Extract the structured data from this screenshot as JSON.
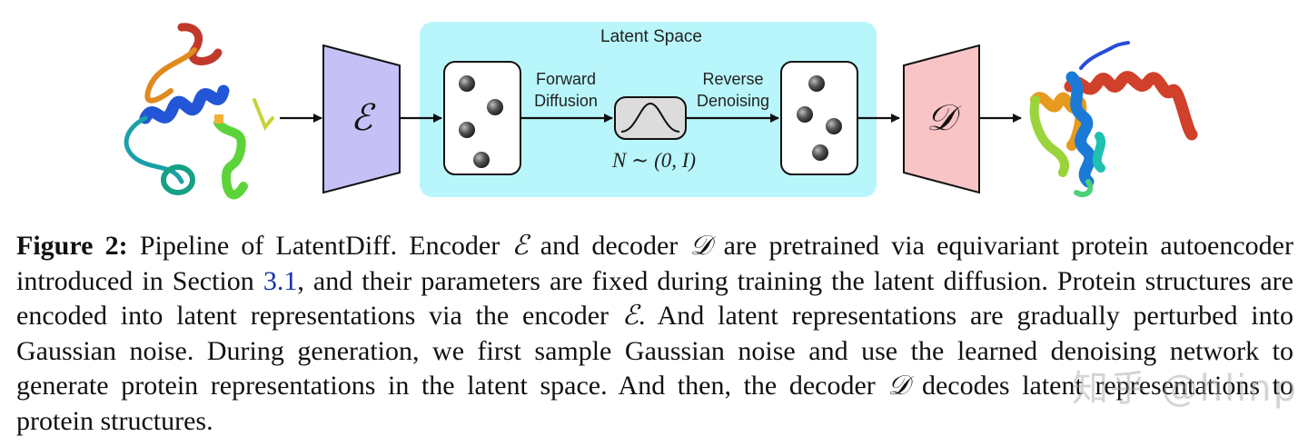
{
  "figure": {
    "latent_space_label": "Latent Space",
    "encoder_symbol": "ℰ",
    "decoder_symbol": "𝒟",
    "forward_line1": "Forward",
    "forward_line2": "Diffusion",
    "reverse_line1": "Reverse",
    "reverse_line2": "Denoising",
    "noise_label": "N ∼ (0, I)",
    "colors": {
      "latent_bg": "#b8f6fb",
      "encoder_fill": "#c5c1f7",
      "decoder_fill": "#f8c4c6",
      "latent_dot": "#3a3a3a"
    },
    "icons": [
      "protein-structure-input-icon",
      "protein-structure-output-icon",
      "gaussian-curve-icon"
    ]
  },
  "caption": {
    "label": "Figure 2:",
    "seg1": " Pipeline of LatentDiff. Encoder ",
    "enc1": "ℰ",
    "seg2": " and decoder ",
    "dec1": "𝒟",
    "seg3": " are pretrained via equivariant protein autoencoder introduced in Section ",
    "section_ref": "3.1",
    "seg4": ", and their parameters are fixed during training the latent diffusion. Protein structures are encoded into latent representations via the encoder ",
    "enc2": "ℰ",
    "seg5": ". And latent representations are gradually perturbed into Gaussian noise. During generation, we first sample Gaussian noise and use the learned denoising network to generate protein representations in the latent space. And then, the decoder ",
    "dec2": "𝒟",
    "seg6": " decodes latent representations to protein structures."
  },
  "watermark": "知乎 @hlinp"
}
